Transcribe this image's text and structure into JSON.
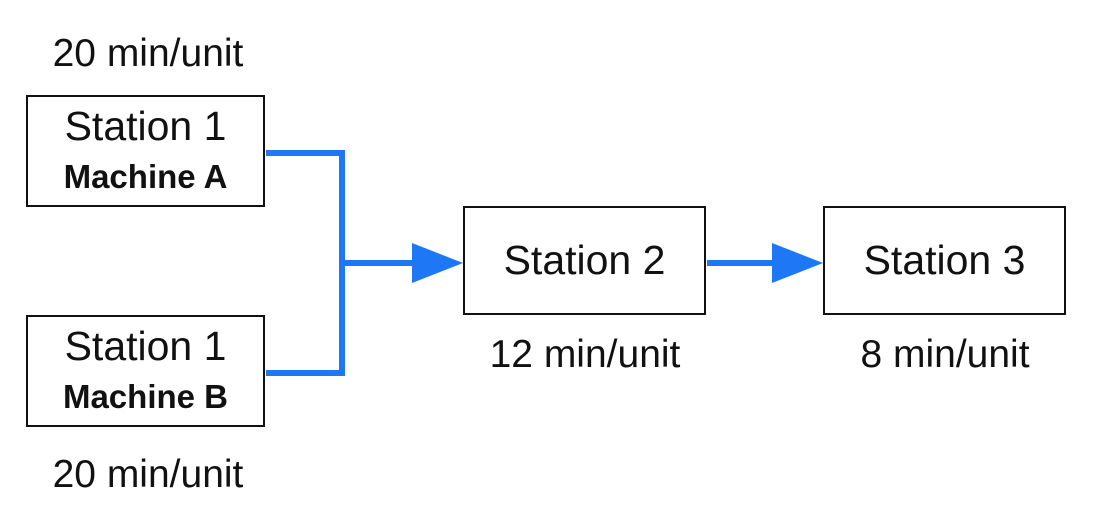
{
  "stations": {
    "s1a": {
      "title": "Station 1",
      "subtitle": "Machine A",
      "time": "20 min/unit"
    },
    "s1b": {
      "title": "Station 1",
      "subtitle": "Machine B",
      "time": "20 min/unit"
    },
    "s2": {
      "title": "Station 2",
      "time": "12 min/unit"
    },
    "s3": {
      "title": "Station 3",
      "time": "8 min/unit"
    }
  },
  "colors": {
    "connector": "#1e78f5",
    "border": "#111111",
    "text": "#111111"
  }
}
